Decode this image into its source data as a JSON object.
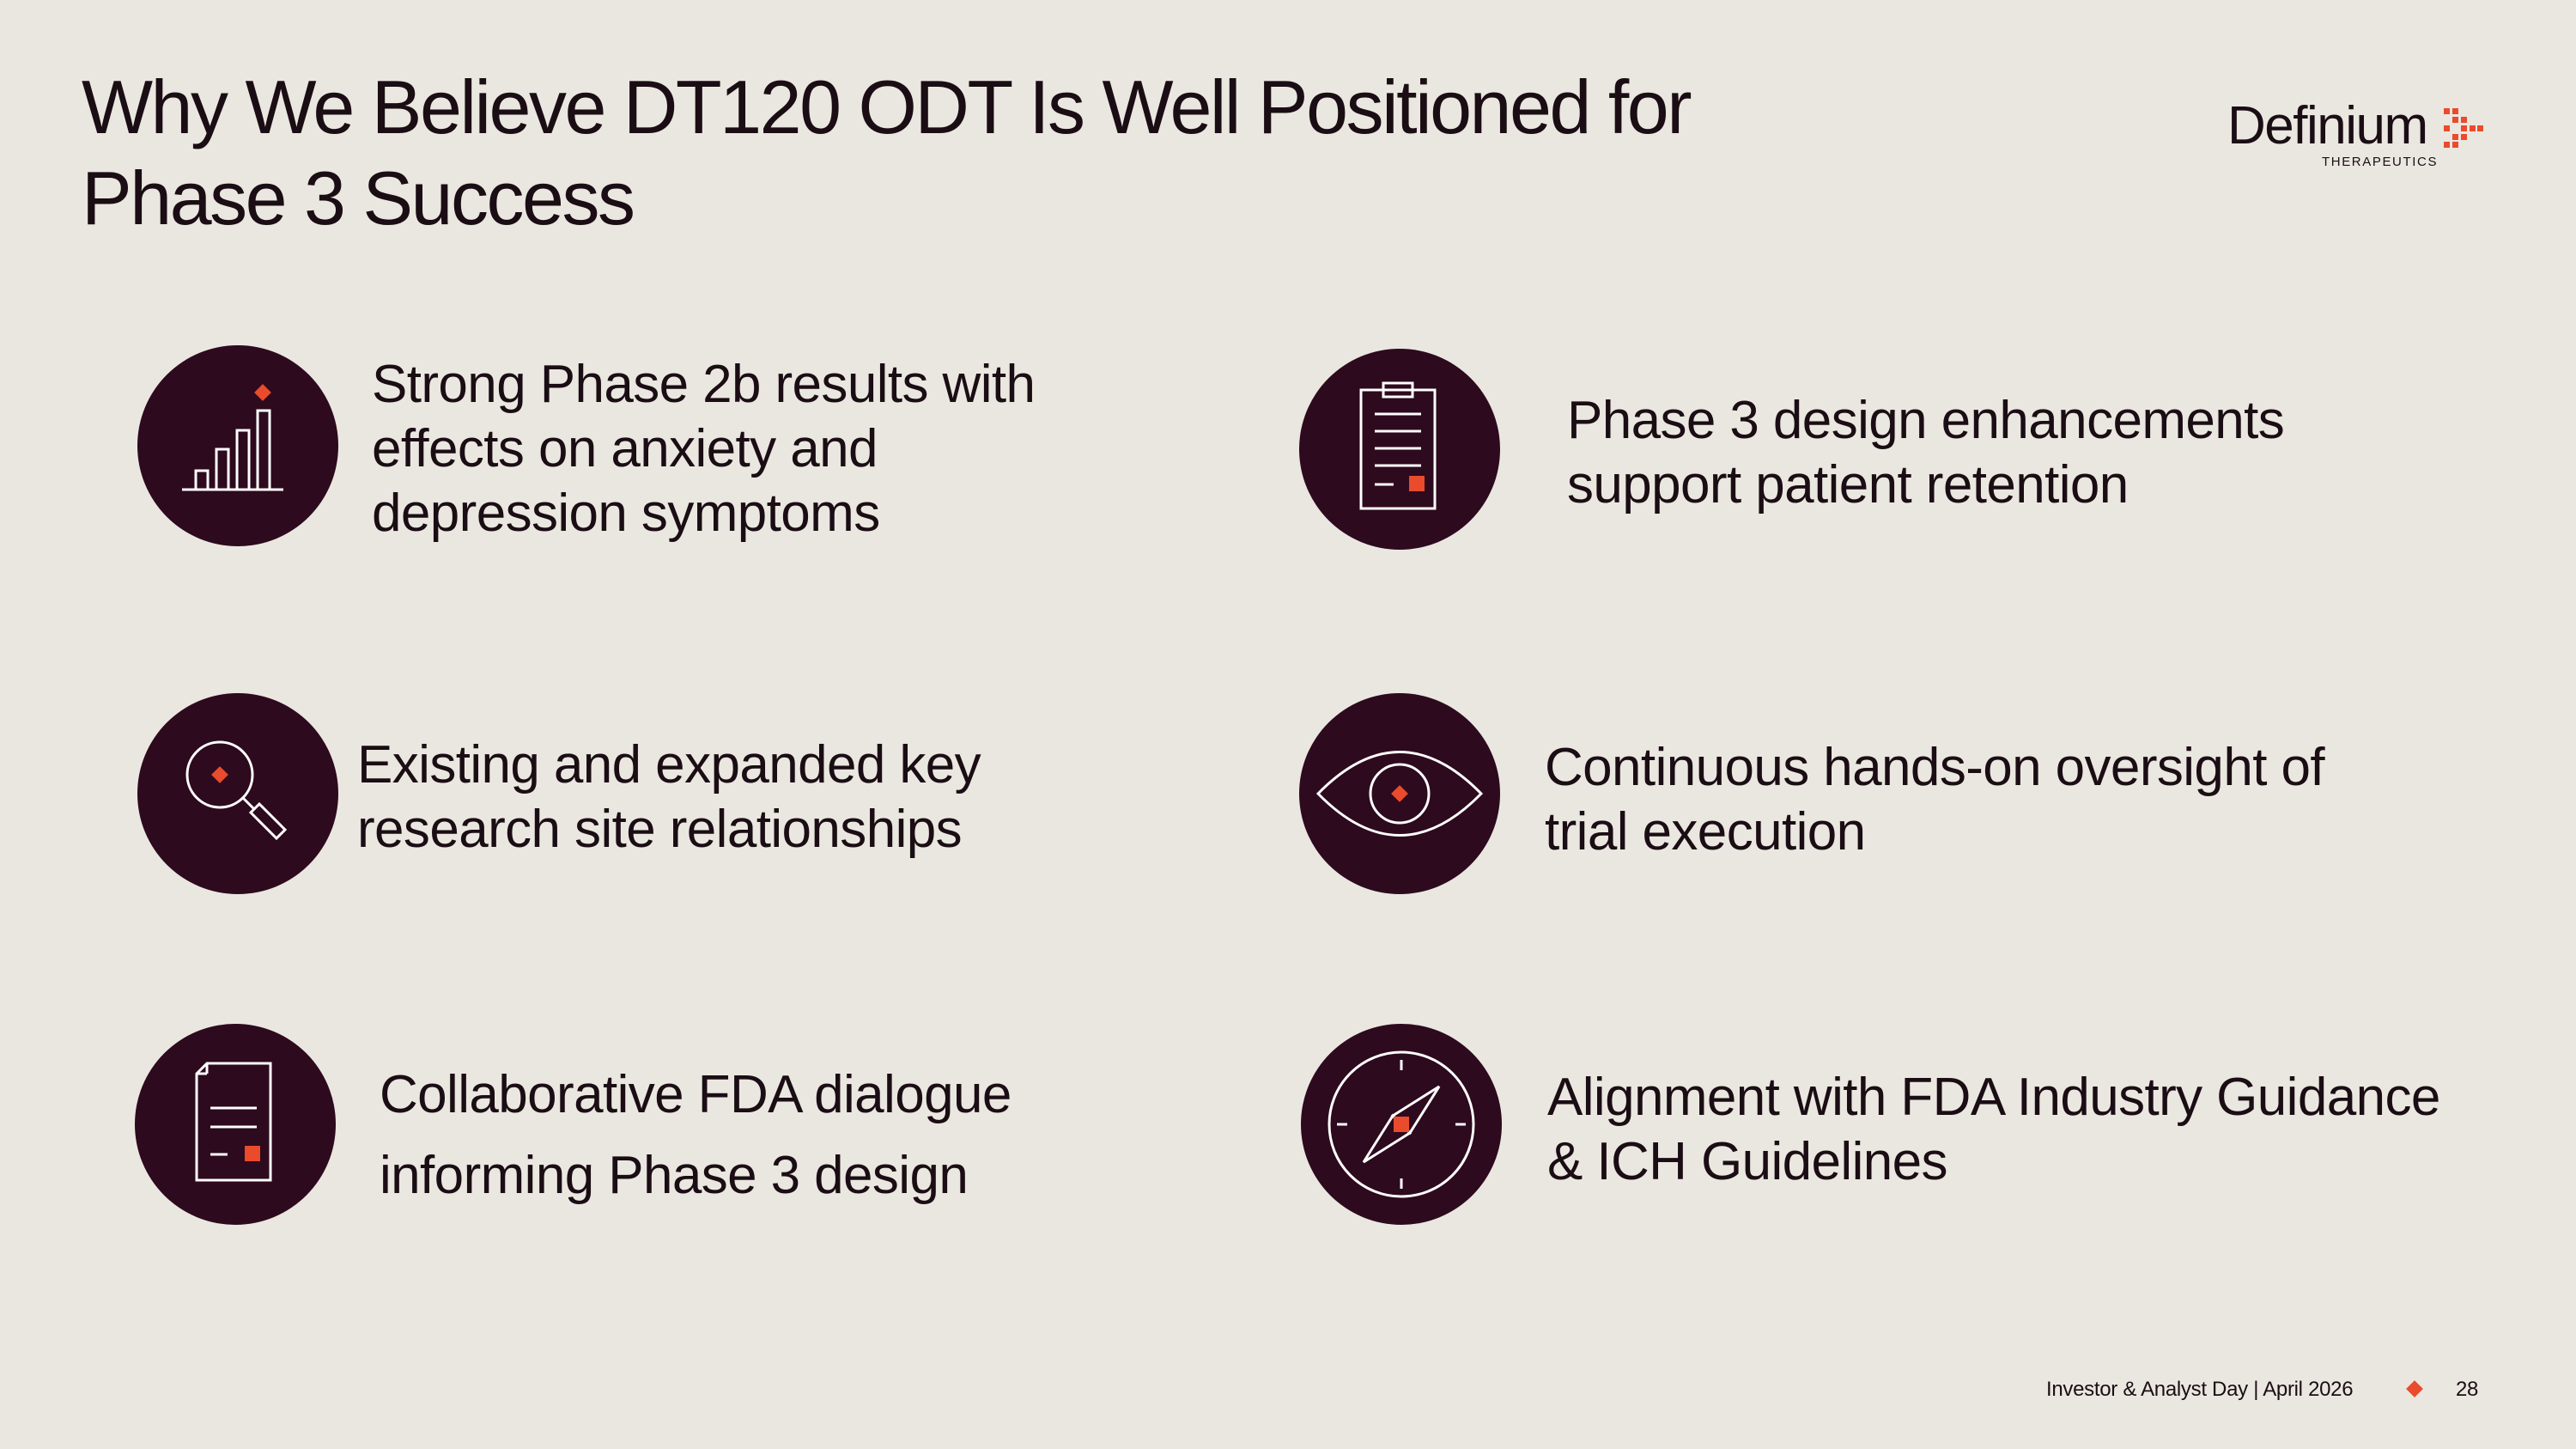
{
  "slide": {
    "title_line1": "Why We Believe DT120 ODT Is Well Positioned for",
    "title_line2": "Phase 3 Success"
  },
  "brand": {
    "name": "Definium",
    "subtitle": "THERAPEUTICS",
    "accent_color": "#e94b2c",
    "circle_color": "#2d0a1d"
  },
  "points": [
    {
      "icon": "bar-chart-icon",
      "text": "Strong Phase 2b results with\neffects on anxiety and\ndepression symptoms"
    },
    {
      "icon": "clipboard-icon",
      "text": "Phase 3 design enhancements\nsupport patient retention"
    },
    {
      "icon": "magnifier-icon",
      "text": "Existing and expanded key\nresearch site relationships"
    },
    {
      "icon": "eye-icon",
      "text": "Continuous hands-on oversight of\ntrial execution"
    },
    {
      "icon": "document-icon",
      "text": "Collaborative FDA dialogue\ninforming Phase 3 design"
    },
    {
      "icon": "compass-icon",
      "text": "Alignment with FDA Industry Guidance\n& ICH Guidelines"
    }
  ],
  "footer": {
    "event": "Investor & Analyst Day | April 2026",
    "page_number": "28"
  }
}
